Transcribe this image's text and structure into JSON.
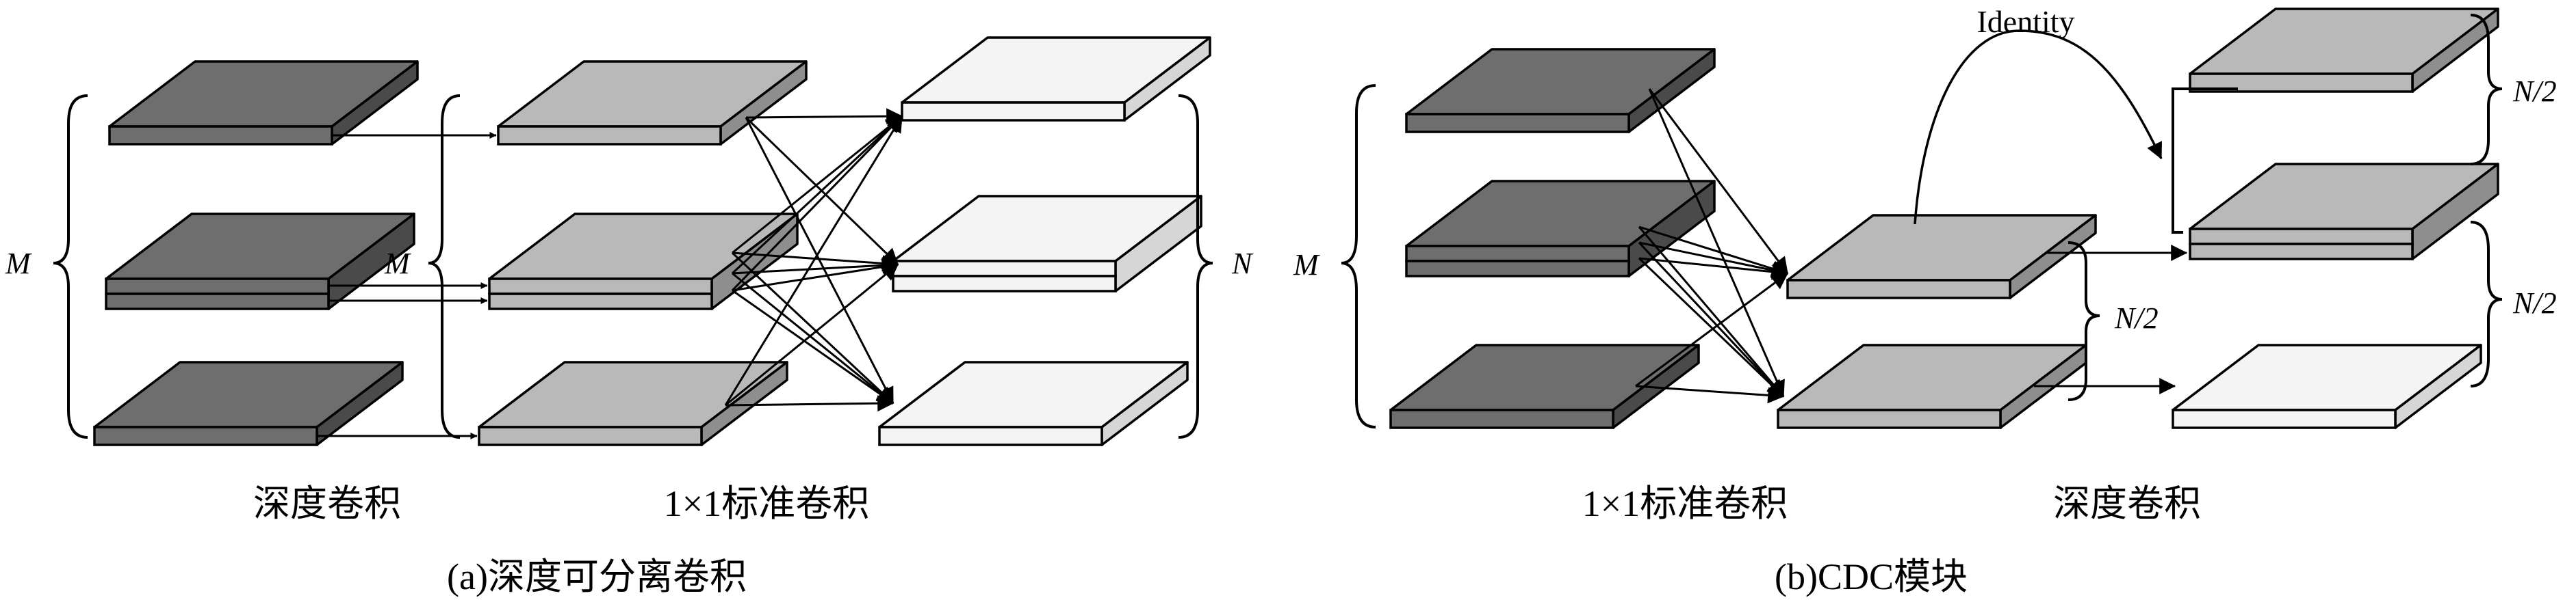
{
  "panel_a": {
    "caption": "(a)深度可分离卷积",
    "stage1_label": "深度卷积",
    "stage2_label": "1×1标准卷积",
    "input_brace_label": "M",
    "middle_brace_label": "M",
    "output_brace_label": "N"
  },
  "panel_b": {
    "caption": "(b)CDC模块",
    "stage1_label": "1×1标准卷积",
    "stage2_label": "深度卷积",
    "input_brace_label": "M",
    "middle_brace_label": "N/2",
    "identity_label": "Identity",
    "top_brace_label": "N/2",
    "bottom_brace_label": "N/2"
  },
  "colors": {
    "dark": "#6e6e6e",
    "medium": "#b9b9b9",
    "light": "#f4f4f4",
    "stroke": "#000000"
  }
}
